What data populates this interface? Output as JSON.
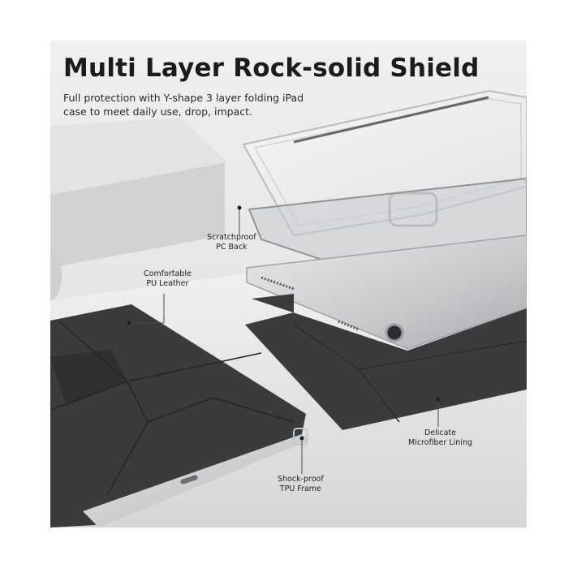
{
  "title": "Multi Layer Rock-solid Shield",
  "subtitle_lines": [
    "Full protection with Y-shape 3 layer folding iPad",
    "case to meet daily use, drop, impact."
  ],
  "callouts": {
    "scratchproof": [
      "Scratchproof",
      "PC Back"
    ],
    "leather": [
      "Comfortable",
      "PU Leather"
    ],
    "microfiber": [
      "Delicate",
      "Microfiber Lining"
    ],
    "tpu": [
      "Shock-proof",
      "TPU Frame"
    ]
  },
  "colors": {
    "leather": "#3a3b3d",
    "leather_fold": "#2b2c2e",
    "background": "#e7e7e7"
  }
}
